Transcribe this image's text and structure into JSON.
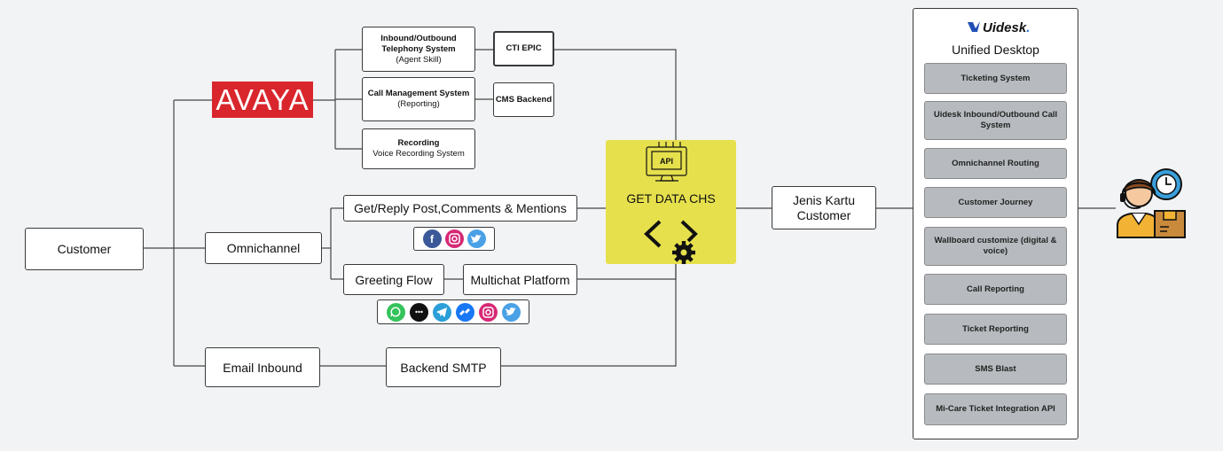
{
  "nodes": {
    "customer": "Customer",
    "avaya_logo": "AVAYA",
    "omnichannel": "Omnichannel",
    "email_inbound": "Email Inbound",
    "telephony_title": "Inbound/Outbound Telephony System",
    "telephony_sub": "(Agent Skill)",
    "cti_epic": "CTI EPIC",
    "call_mgmt_title": "Call Management System",
    "call_mgmt_sub": "(Reporting)",
    "cms_backend": "CMS Backend",
    "recording_title": "Recording",
    "recording_sub": "Voice Recording System",
    "get_reply": "Get/Reply Post,Comments & Mentions",
    "greeting_flow": "Greeting Flow",
    "multichat": "Multichat Platform",
    "backend_smtp": "Backend SMTP",
    "get_data": "GET DATA CHS",
    "api_label": "API",
    "jenis_kartu": "Jenis Kartu Customer"
  },
  "social_icons_top": [
    "facebook-icon",
    "instagram-icon",
    "twitter-icon"
  ],
  "social_icons_bottom": [
    "whatsapp-icon",
    "chat-icon",
    "telegram-icon",
    "messenger-icon",
    "instagram-icon",
    "twitter-icon"
  ],
  "panel": {
    "logo": "Uidesk",
    "logo_dot": ".",
    "title": "Unified Desktop",
    "items": [
      "Ticketing System",
      "Uidesk Inbound/Outbound Call System",
      "Omnichannel Routing",
      "Customer Journey",
      "Wallboard customize (digital & voice)",
      "Call Reporting",
      "Ticket Reporting",
      "SMS Blast",
      "Mi-Care Ticket Integration API"
    ]
  },
  "colors": {
    "avaya_red": "#d9262c",
    "chs_yellow": "#e6e04d",
    "panel_item_gray": "#b7bbbf",
    "facebook": "#3b5998",
    "instagram": "#d62976",
    "twitter": "#4aa1e6",
    "whatsapp": "#35c35b",
    "telegram": "#2a9fd8",
    "messenger": "#1877f2"
  }
}
